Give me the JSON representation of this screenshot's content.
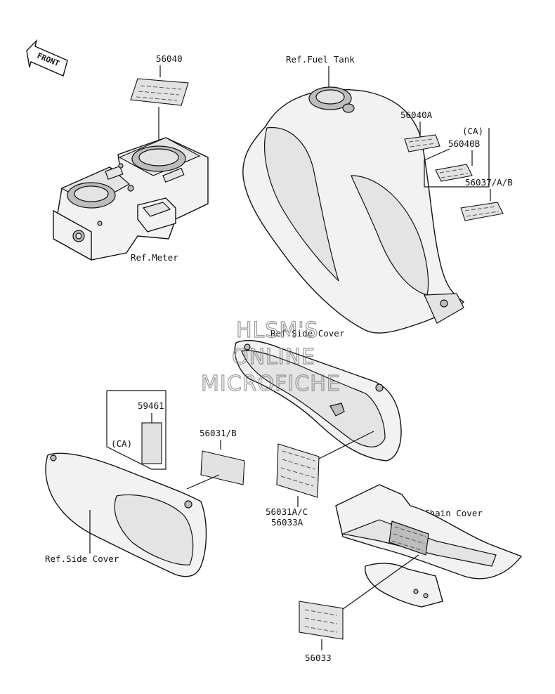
{
  "labels": {
    "front": "FRONT",
    "p56040": "56040",
    "ref_meter": "Ref.Meter",
    "ref_fuel_tank": "Ref.Fuel Tank",
    "p56040a": "56040A",
    "ca_top": "(CA)",
    "p56040b": "56040B",
    "p56037": "56037/A/B",
    "ref_side_cover_right": "Ref.Side Cover",
    "p59461": "59461",
    "ca_left": "(CA)",
    "p56031b": "56031/B",
    "p56031ac": "56031A/C",
    "p56033a": "56033A",
    "ref_chain_cover": "Ref.Chain Cover",
    "ref_side_cover_left": "Ref.Side Cover",
    "p56033": "56033"
  },
  "watermark": {
    "line1": "HLSM'S",
    "line2": "ONLINE",
    "line3": "MICROFICHE"
  }
}
